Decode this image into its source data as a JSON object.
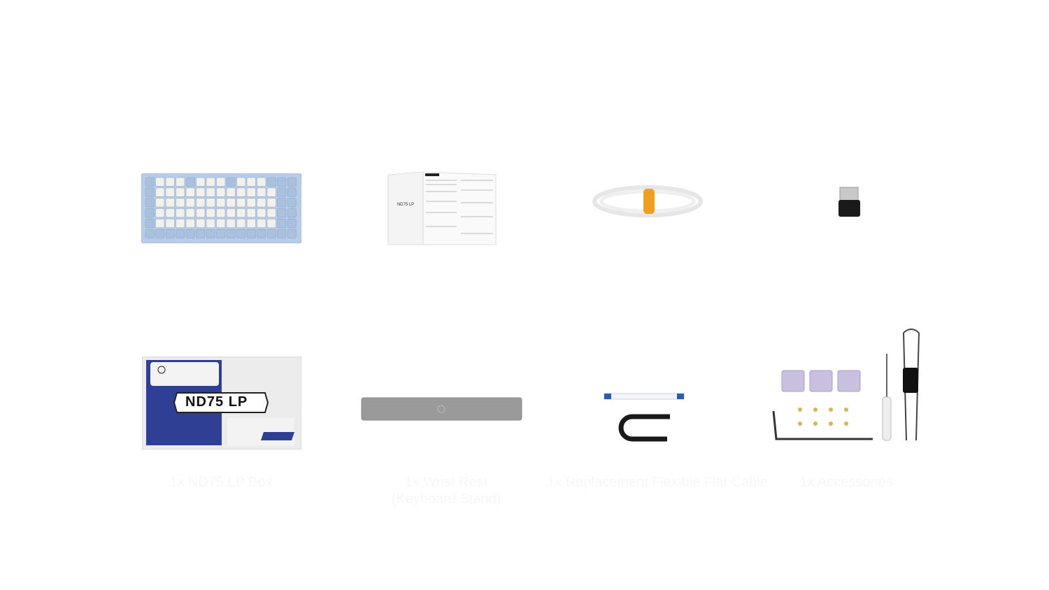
{
  "labels": {
    "box": "1x ND75 LP Box",
    "wrist_rest_line1": "1x Wrist Rest",
    "wrist_rest_line2": "(Keyboard Stand)",
    "cable": "1x Replacement Flexible Flat Cable",
    "accessories": "1x Accessories",
    "box_logo": "ND75 LP",
    "manual_title": "ND75 LP"
  },
  "colors": {
    "keyboard_case": "#b7cce6",
    "keycap": "#f3f1ec",
    "box_blue": "#2f3f94",
    "switch": "#c9c0e0",
    "cable_tie": "#f0a020"
  }
}
